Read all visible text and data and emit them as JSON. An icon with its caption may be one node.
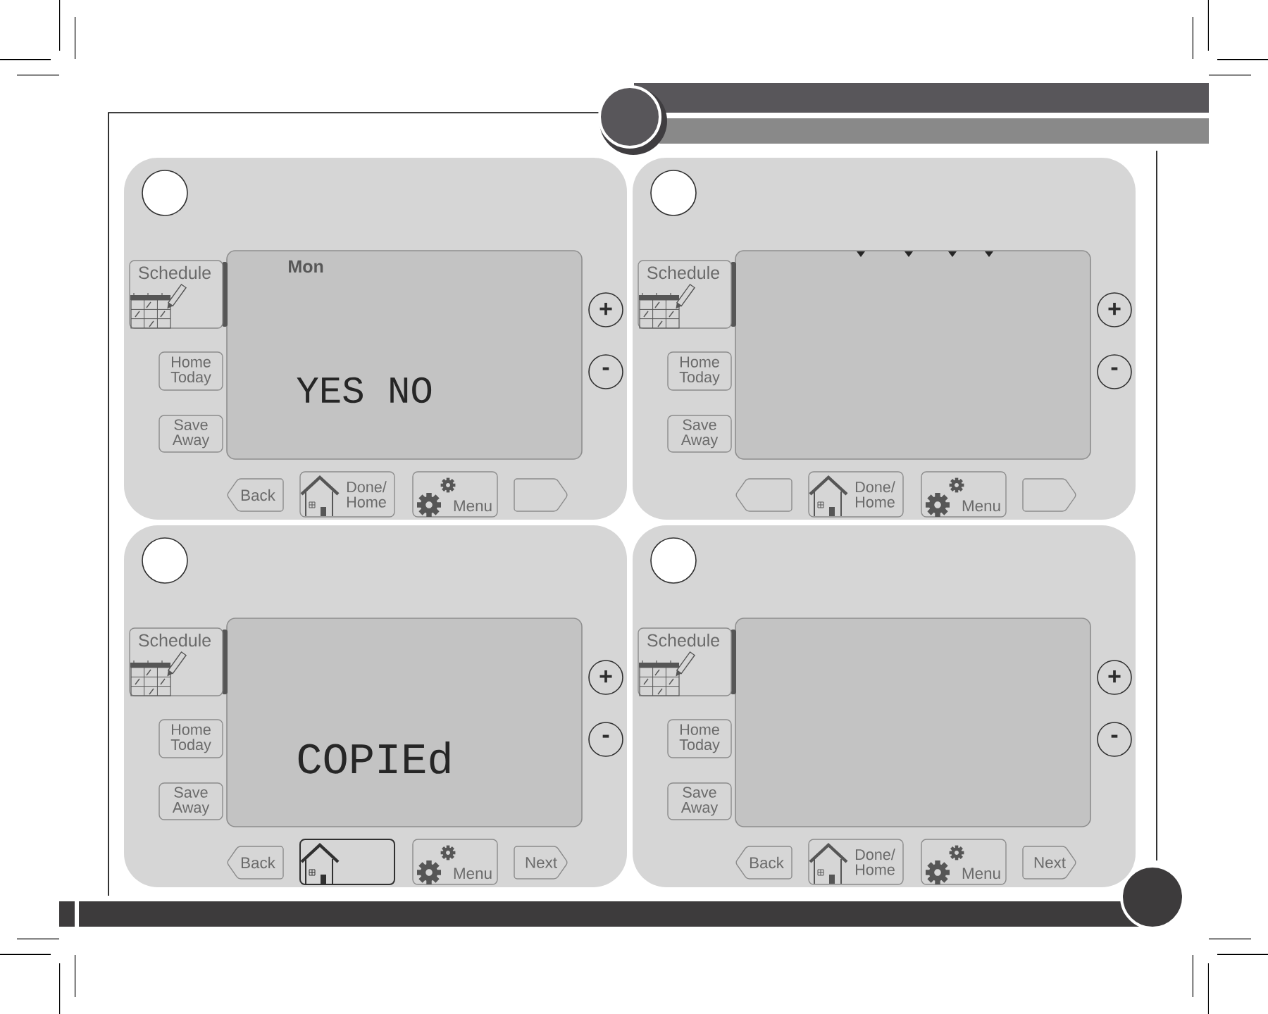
{
  "diagram": {
    "nodes": [
      {
        "text": [],
        "shape": "box"
      },
      {
        "text": [],
        "shape": "circle",
        "in": 0
      },
      {
        "text": [
          "Mon",
          "YES NO"
        ],
        "in": 0
      },
      {
        "text": [
          "Schedule"
        ],
        "in": 0
      },
      {
        "text": [
          "Home Today"
        ],
        "in": 0
      },
      {
        "text": [
          "Save Away"
        ],
        "in": 0
      },
      {
        "text": [
          "+"
        ],
        "in": 0
      },
      {
        "text": [
          "-"
        ],
        "in": 0
      },
      {
        "text": [
          "Back"
        ],
        "in": 0
      },
      {
        "text": [
          "Done/ Home"
        ],
        "in": 0
      },
      {
        "text": [
          "Menu"
        ],
        "in": 0
      },
      {
        "text": [],
        "shape": "box",
        "in": 0
      },
      {
        "text": [],
        "shape": "box"
      },
      {
        "text": [],
        "shape": "circle",
        "in": 12
      },
      {
        "text": [],
        "shape": "box",
        "in": 12
      },
      {
        "text": [
          "Schedule"
        ],
        "in": 12
      },
      {
        "text": [
          "Home Today"
        ],
        "in": 12
      },
      {
        "text": [
          "Save Away"
        ],
        "in": 12
      },
      {
        "text": [
          "+"
        ],
        "in": 12
      },
      {
        "text": [
          "-"
        ],
        "in": 12
      },
      {
        "text": [],
        "shape": "box",
        "in": 12
      },
      {
        "text": [
          "Done/ Home"
        ],
        "in": 12
      },
      {
        "text": [
          "Menu"
        ],
        "in": 12
      },
      {
        "text": [],
        "shape": "box",
        "in": 12
      },
      {
        "text": [],
        "shape": "box"
      },
      {
        "text": [],
        "shape": "circle",
        "in": 24
      },
      {
        "text": [
          "COPIEd"
        ],
        "in": 24
      },
      {
        "text": [
          "Schedule"
        ],
        "in": 24
      },
      {
        "text": [
          "Home Today"
        ],
        "in": 24
      },
      {
        "text": [
          "Save Away"
        ],
        "in": 24
      },
      {
        "text": [
          "+"
        ],
        "in": 24
      },
      {
        "text": [
          "-"
        ],
        "in": 24
      },
      {
        "text": [
          "Back"
        ],
        "in": 24
      },
      {
        "text": [],
        "shape": "box",
        "in": 24
      },
      {
        "text": [
          "Menu"
        ],
        "in": 24
      },
      {
        "text": [
          "Next"
        ],
        "in": 24
      },
      {
        "text": [],
        "shape": "box"
      },
      {
        "text": [],
        "shape": "circle",
        "in": 36
      },
      {
        "text": [],
        "shape": "box",
        "in": 36
      },
      {
        "text": [
          "Schedule"
        ],
        "in": 36
      },
      {
        "text": [
          "Home Today"
        ],
        "in": 36
      },
      {
        "text": [
          "Save Away"
        ],
        "in": 36
      },
      {
        "text": [
          "+"
        ],
        "in": 36
      },
      {
        "text": [
          "-"
        ],
        "in": 36
      },
      {
        "text": [
          "Back"
        ],
        "in": 36
      },
      {
        "text": [
          "Done/ Home"
        ],
        "in": 36
      },
      {
        "text": [
          "Menu"
        ],
        "in": 36
      },
      {
        "text": [
          "Next"
        ],
        "in": 36
      }
    ]
  }
}
